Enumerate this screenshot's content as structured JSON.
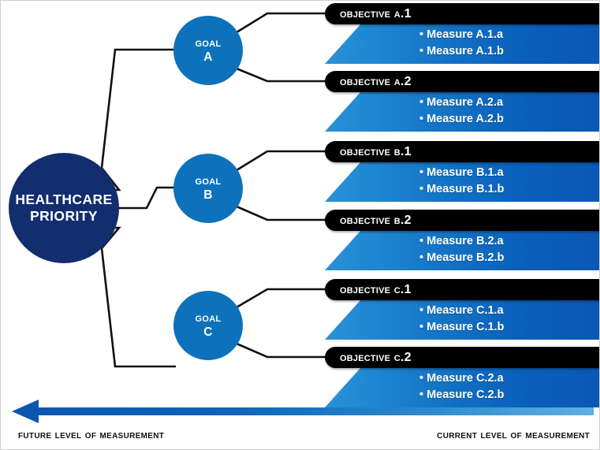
{
  "diagram": {
    "root": {
      "line1": "Healthcare",
      "line2": "Priority"
    },
    "goals": [
      {
        "word": "Goal",
        "letter": "A"
      },
      {
        "word": "Goal",
        "letter": "B"
      },
      {
        "word": "Goal",
        "letter": "C"
      }
    ],
    "objectives": [
      {
        "label": "Objective A.1",
        "measures": [
          "Measure A.1.a",
          "Measure A.1.b"
        ]
      },
      {
        "label": "Objective A.2",
        "measures": [
          "Measure A.2.a",
          "Measure A.2.b"
        ]
      },
      {
        "label": "Objective B.1",
        "measures": [
          "Measure B.1.a",
          "Measure B.1.b"
        ]
      },
      {
        "label": "Objective B.2",
        "measures": [
          "Measure B.2.a",
          "Measure B.2.b"
        ]
      },
      {
        "label": "Objective C.1",
        "measures": [
          "Measure C.1.a",
          "Measure C.1.b"
        ]
      },
      {
        "label": "Objective C.2",
        "measures": [
          "Measure C.2.a",
          "Measure C.2.b"
        ]
      }
    ],
    "bullet": "•",
    "footer": {
      "left": "Future level of measurement",
      "right": "Current level of measurement",
      "arrow_icon": "left-arrow-icon",
      "arrow_direction": "left"
    },
    "colors": {
      "root_navy": "#122e6e",
      "goal_blue": "#0d72bb",
      "objective_black": "#000000",
      "measure_gradient_light": "#2a91d8",
      "measure_gradient_dark": "#0a58b5",
      "arrow_light": "#4aa3dd",
      "arrow_dark": "#0a55ad",
      "connector_line": "#111111",
      "text_light": "#ffffff",
      "text_dark": "#101010",
      "page_background": "#ffffff",
      "frame_border": "#d0d0d0"
    }
  }
}
